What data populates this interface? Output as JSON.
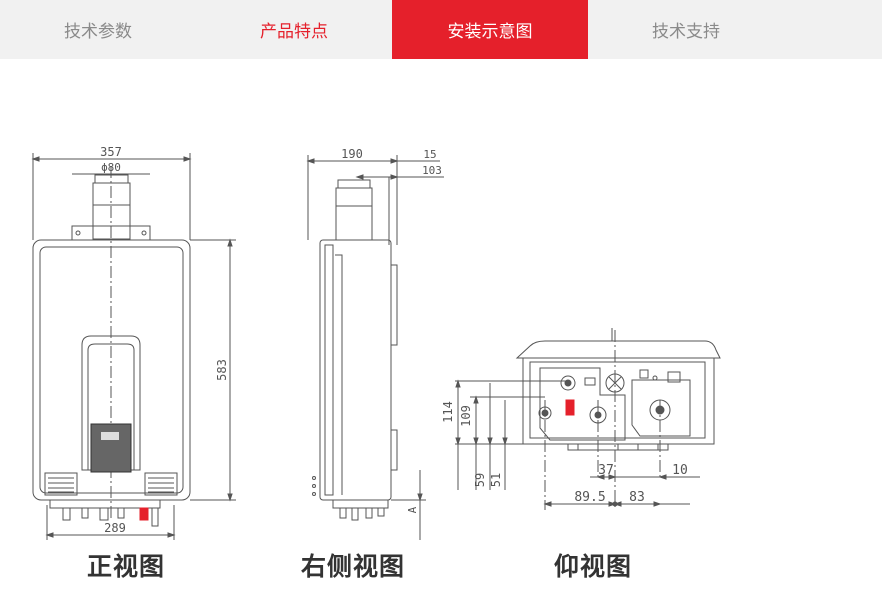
{
  "tabs": [
    {
      "label": "技术参数",
      "state": "normal"
    },
    {
      "label": "产品特点",
      "state": "highlight"
    },
    {
      "label": "安装示意图",
      "state": "active"
    },
    {
      "label": "技术支持",
      "state": "normal"
    }
  ],
  "colors": {
    "accent": "#e5202b",
    "tab_bg": "#f1f1f1",
    "line": "#555555"
  },
  "views": {
    "front": {
      "caption": "正视图",
      "dims": {
        "width_top": "357",
        "flue": "ϕ80",
        "height": "583",
        "width_bottom": "289"
      }
    },
    "side": {
      "caption": "右侧视图",
      "dims": {
        "depth": "190",
        "offset": "15",
        "flue_offset": "103",
        "a": "A"
      }
    },
    "bottom": {
      "caption": "仰视图",
      "dims": {
        "h114": "114",
        "h109": "109",
        "h59": "59",
        "h51": "51",
        "w37": "37",
        "w10": "10",
        "w89": "89.5",
        "w83": "83"
      }
    }
  }
}
